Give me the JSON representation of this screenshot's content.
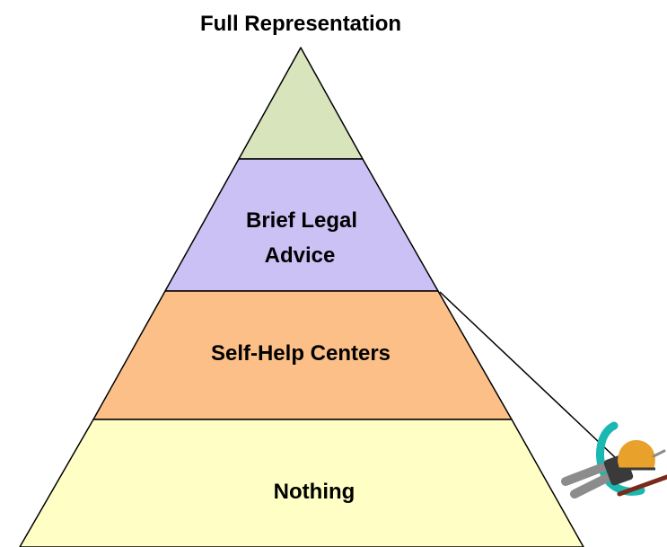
{
  "diagram": {
    "top_label": "Full Representation",
    "tiers": [
      {
        "label_lines": [],
        "color": "#d7e4bc"
      },
      {
        "label_lines": [
          "Brief Legal",
          "Advice"
        ],
        "color": "#ccc1f4"
      },
      {
        "label_lines": [
          "Self-Help Centers"
        ],
        "color": "#fbbf87"
      },
      {
        "label_lines": [
          "Nothing"
        ],
        "color": "#ffffc5"
      }
    ],
    "outline_color": "#000000",
    "clipart": {
      "icon": "climber-with-rope-icon",
      "helmet_color": "#e8a12a",
      "rope_color": "#1ab8b0",
      "body_color": "#3a3a3a",
      "limb_color": "#8c8c8c",
      "pole_color": "#7a2a1a"
    }
  }
}
